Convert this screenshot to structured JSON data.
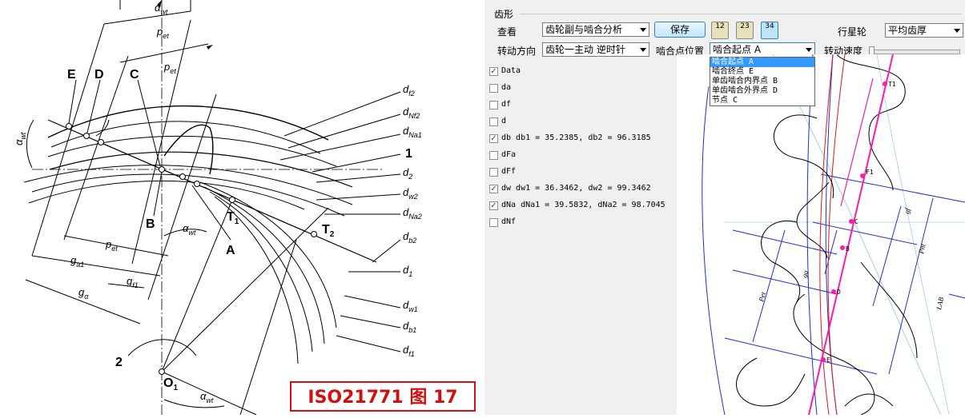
{
  "figure": {
    "labels": {
      "E": "E",
      "D": "D",
      "C": "C",
      "B": "B",
      "A": "A",
      "T1": "T",
      "T1_sub": "1",
      "T2": "T",
      "T2_sub": "2",
      "O1": "O",
      "O1_sub": "1",
      "one": "1",
      "two": "2",
      "alpha": "α",
      "alpha_sub": "wt",
      "p": "p",
      "p_sub": "et",
      "g": "g",
      "ga1_sub": "a1",
      "gf1_sub": "f1",
      "galpha_sub": "α",
      "d": "d",
      "df2_sub": "f2",
      "dNf2_sub": "Nf2",
      "dNa1_sub": "Na1",
      "d2_sub": "2",
      "dw2_sub": "w2",
      "dNa2_sub": "Na2",
      "db2_sub": "b2",
      "d1_sub": "1",
      "dw1_sub": "w1",
      "db1_sub": "b1",
      "df1_sub": "f1"
    },
    "caption": "ISO21771 图 17"
  },
  "panel": {
    "group_title": "齿形",
    "view_label": "查看",
    "view_value": "齿轮副与啮合分析",
    "save_button": "保存",
    "tool_buttons": [
      "12",
      "23",
      "34"
    ],
    "planet_label": "行星轮",
    "planet_value": "平均齿厚",
    "rotation_label": "转动方向",
    "rotation_value": "齿轮一主动 逆时针",
    "mesh_label": "啮合点位置",
    "mesh_value": "啮合起点 A",
    "speed_label": "转动速度",
    "dropdown_options": [
      "啮合起点 A",
      "啮合终点 E",
      "单齿啮合内界点 B",
      "单齿啮合外界点 D",
      "节点 C"
    ],
    "checkboxes": [
      {
        "label": "Data",
        "checked": true
      },
      {
        "label": "da",
        "checked": false
      },
      {
        "label": "df",
        "checked": false
      },
      {
        "label": "d",
        "checked": false
      },
      {
        "label": "db   db1 = 35.2385,  db2 = 96.3185",
        "checked": true
      },
      {
        "label": "dFa",
        "checked": false
      },
      {
        "label": "dFf",
        "checked": false
      },
      {
        "label": "dw   dw1 = 36.3462,  dw2 = 99.3462",
        "checked": true
      },
      {
        "label": "dNa  dNa1 = 39.5832,  dNa2 = 98.7045",
        "checked": true
      },
      {
        "label": "dNf",
        "checked": false
      }
    ],
    "drawing_labels": {
      "T1": "T1",
      "F1": "F1",
      "C": "C",
      "B": "B",
      "D": "D",
      "E": "E",
      "gf": "gf",
      "pnt": "Pnt",
      "pet": "Pet",
      "lab": "LAB",
      "ga": "ga"
    }
  },
  "colors": {
    "magenta": "#ff1aa8",
    "blue": "#1f2fd0",
    "red": "#e01818",
    "lightblue": "#9fd0e6",
    "caption_red": "#d01010"
  }
}
